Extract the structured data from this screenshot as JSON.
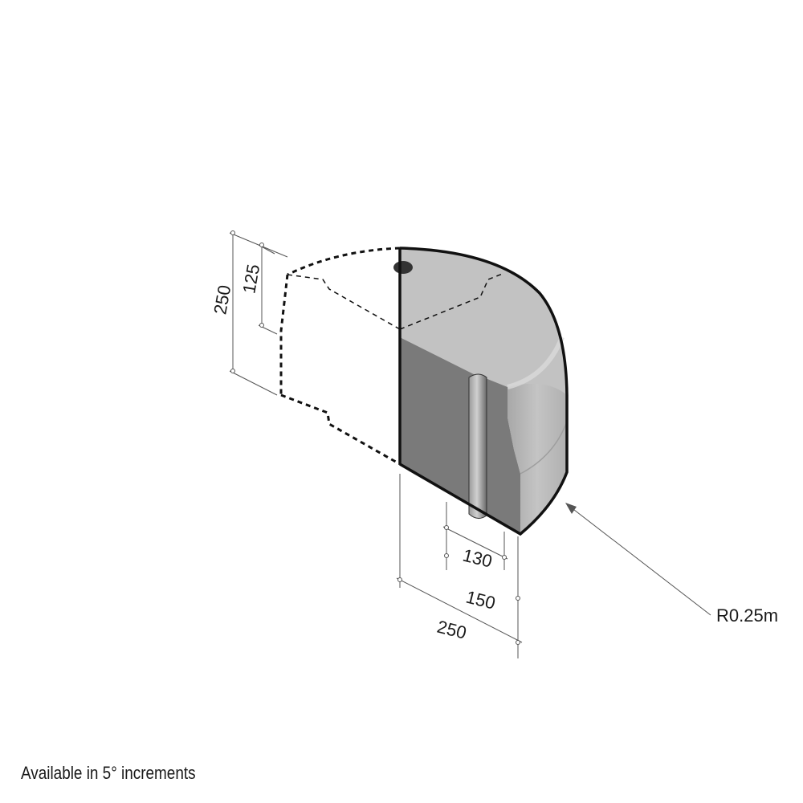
{
  "diagram": {
    "dimensions": {
      "height_total": "250",
      "height_half": "125",
      "width_total": "250",
      "width_150": "150",
      "width_130": "130",
      "radius": "R0.25m"
    },
    "note": "Available in 5° increments",
    "colors": {
      "top_face": "#c2c2c2",
      "front_face": "#7a7a7a",
      "side_face": "#b4b4b4",
      "outline": "#111111",
      "dim_line": "#555555"
    }
  }
}
